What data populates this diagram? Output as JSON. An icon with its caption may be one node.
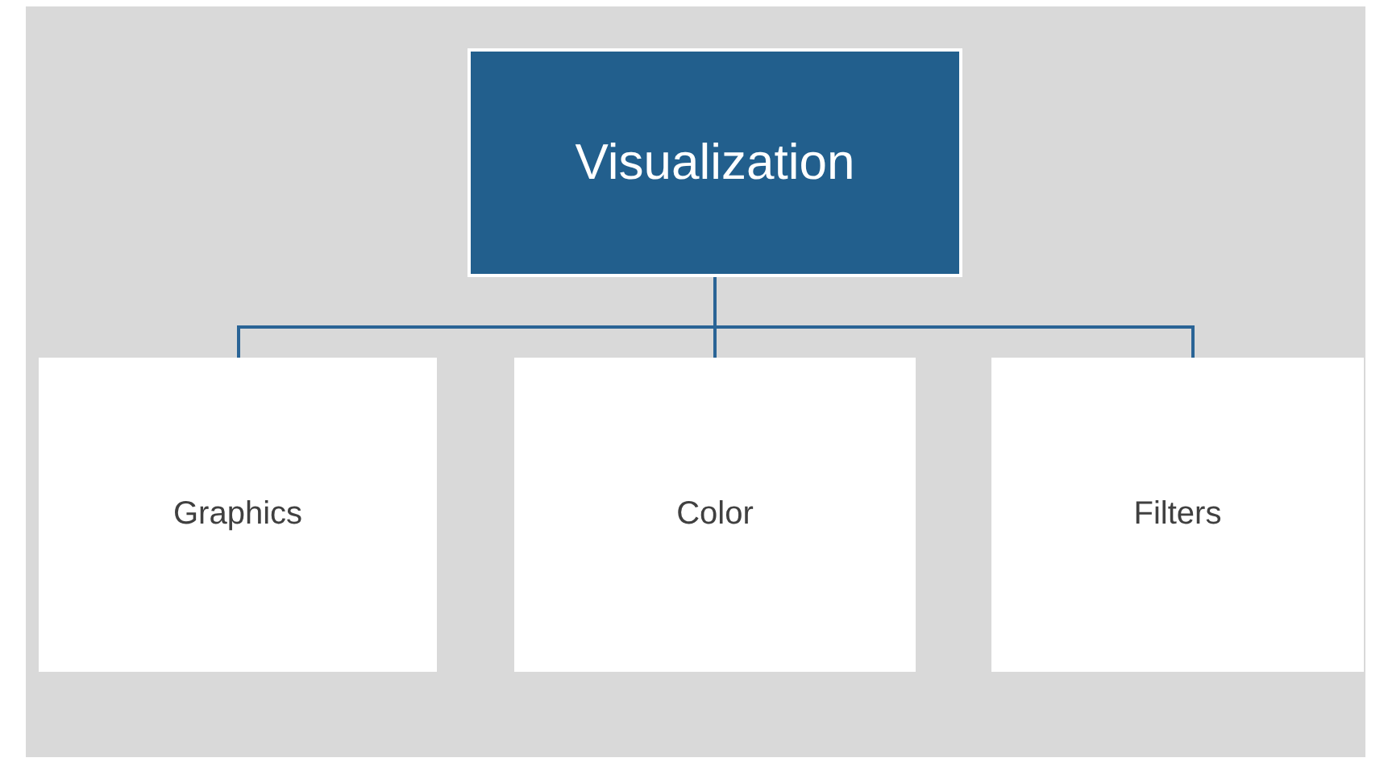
{
  "diagram": {
    "nodes": [
      {
        "text": [
          "Visualization"
        ]
      },
      {
        "text": [
          "Graphics"
        ]
      },
      {
        "text": [
          "Color"
        ]
      },
      {
        "text": [
          "Filters"
        ]
      }
    ],
    "edges": [
      {
        "from": 0,
        "to": 1,
        "arrow": "none"
      },
      {
        "from": 0,
        "to": 2,
        "arrow": "none"
      },
      {
        "from": 0,
        "to": 3,
        "arrow": "none"
      }
    ]
  }
}
